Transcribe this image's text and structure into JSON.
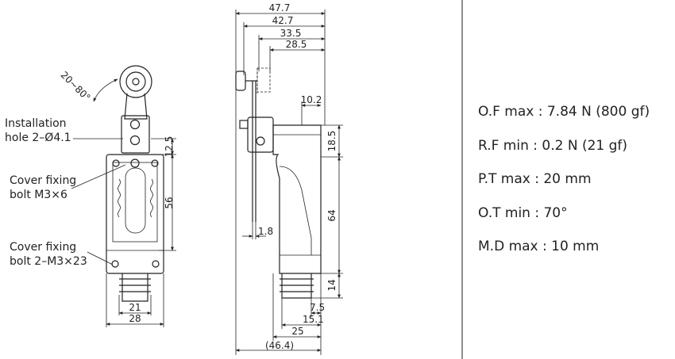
{
  "front_view": {
    "angle_label": "20~80°",
    "installation_hole": {
      "line1": "Installation",
      "line2": "hole 2–Ø4.1"
    },
    "cover_bolt_single": {
      "line1": "Cover fixing",
      "line2": "bolt M3×6"
    },
    "cover_bolt_double": {
      "line1": "Cover fixing",
      "line2": "bolt 2–M3×23"
    },
    "dims": {
      "d12_5": "12.5",
      "d56": "56",
      "d21": "21",
      "d28": "28"
    }
  },
  "side_view": {
    "dims": {
      "d47_7": "47.7",
      "d42_7": "42.7",
      "d33_5": "33.5",
      "d28_5": "28.5",
      "d10_2": "10.2",
      "d18_5": "18.5",
      "d64": "64",
      "d14": "14",
      "d1_8": "1.8",
      "d7_5": "7.5",
      "d15_1": "15.1",
      "d25": "25",
      "d46_4": "(46.4)"
    }
  },
  "specs": [
    "O.F max : 7.84 N (800 gf)",
    "R.F min : 0.2 N (21 gf)",
    "P.T max : 20 mm",
    "O.T min : 70°",
    "M.D max : 10 mm"
  ]
}
